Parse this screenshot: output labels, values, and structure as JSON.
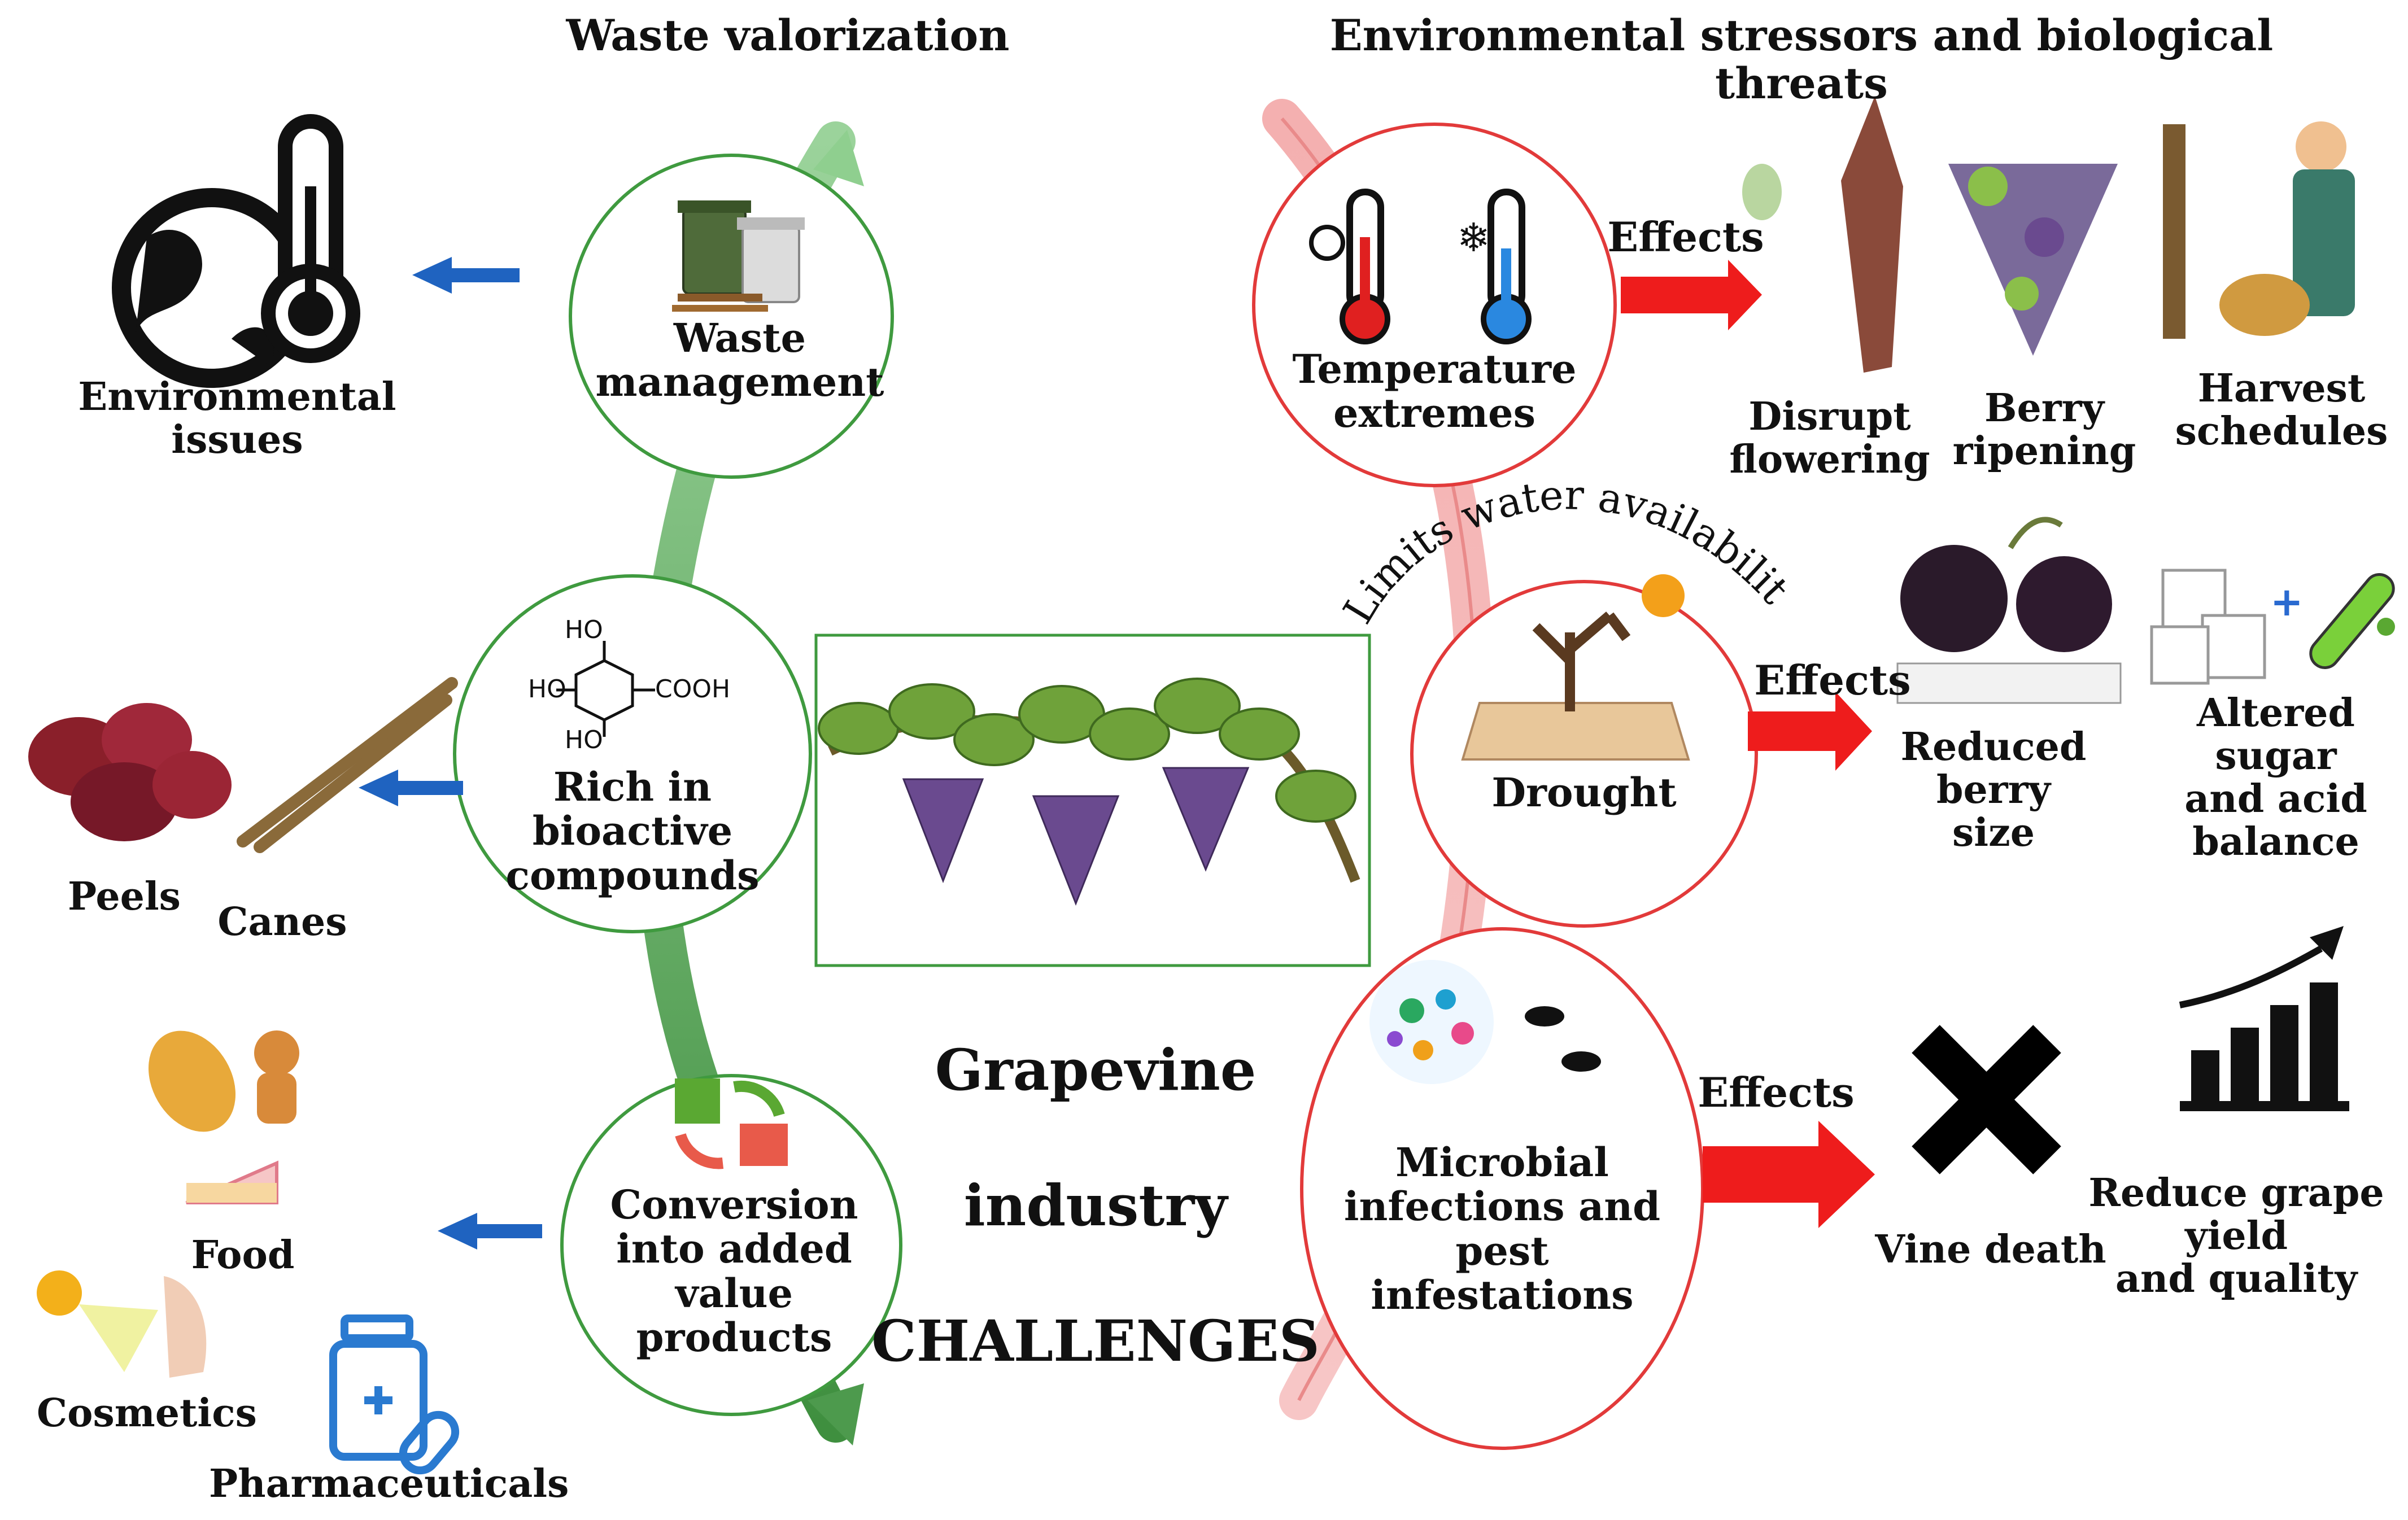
{
  "headers": {
    "left": "Waste valorization",
    "right": "Environmental stressors and biological threats"
  },
  "center": {
    "line1": "Grapevine",
    "line2": "industry",
    "line3": "CHALLENGES"
  },
  "waste": {
    "management": "Waste\nmanagement",
    "environmental_issues": "Environmental\nissues",
    "bioactive": "Rich in\nbioactive\ncompounds",
    "peels": "Peels",
    "canes": "Canes",
    "conversion": "Conversion\ninto added\nvalue\nproducts",
    "food": "Food",
    "cosmetics": "Cosmetics",
    "pharmaceuticals": "Pharmaceuticals"
  },
  "chemistry": {
    "ho_top": "HO",
    "ho_left": "HO",
    "ho_bottom": "HO",
    "cooh": "COOH"
  },
  "stressors": {
    "temperature": "Temperature\nextremes",
    "drought": "Drought",
    "limits_water": "Limits water availability",
    "microbial": "Microbial\ninfections and\npest\ninfestations",
    "effects_label": "Effects"
  },
  "temperature_effects": {
    "flowering": "Disrupt\nflowering",
    "ripening": "Berry\nripening",
    "harvest": "Harvest\nschedules"
  },
  "drought_effects": {
    "berry_size": "Reduced\nberry\nsize",
    "sugar_acid": "Altered\nsugar\nand acid\nbalance"
  },
  "microbial_effects": {
    "vine_death": "Vine death",
    "yield": "Reduce grape\nyield\nand quality"
  },
  "colors": {
    "green_stroke": "#3f9a3f",
    "red_stroke": "#e23a3a",
    "blue_arrow": "#1f63c0",
    "red_arrow": "#ee1c1c",
    "grape": "#6a4a8f"
  }
}
